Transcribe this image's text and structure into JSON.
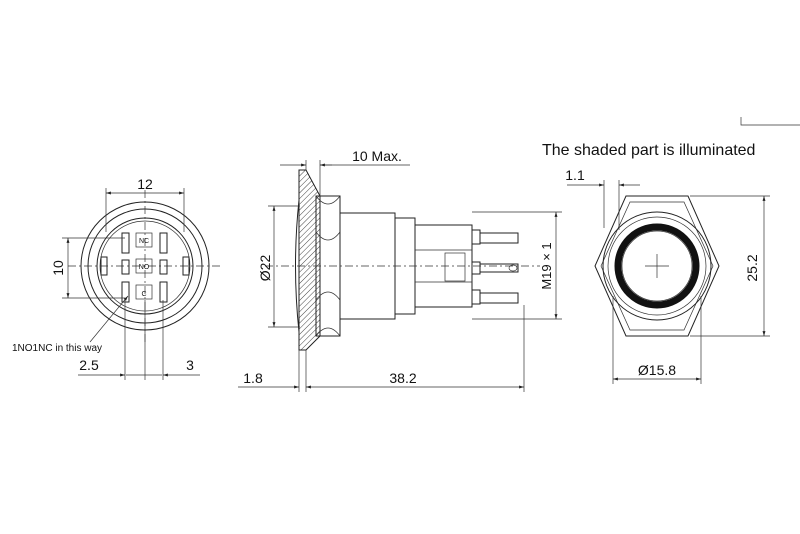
{
  "note": "The shaded part is illuminated",
  "front_view": {
    "dim_width": "12",
    "dim_height": "10",
    "dim_left": "2.5",
    "dim_right": "3",
    "callout": "1NO1NC in this way",
    "pin_labels": [
      "NC",
      "NO",
      "C"
    ]
  },
  "side_view": {
    "dim_max": "10 Max.",
    "dim_diameter": "Ø22",
    "dim_thread": "M19 × 1",
    "dim_flange": "1.8",
    "dim_length": "38.2"
  },
  "rear_view": {
    "dim_ring": "1.1",
    "dim_height": "25.2",
    "dim_diameter": "Ø15.8"
  },
  "colors": {
    "line": "#222222",
    "ring": "#111111"
  }
}
